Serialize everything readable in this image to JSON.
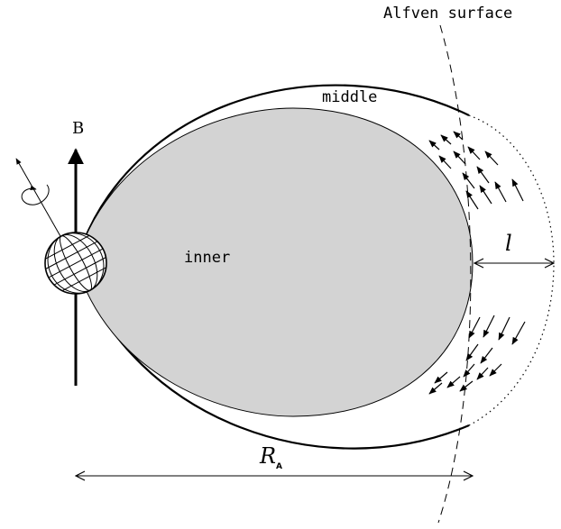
{
  "labels": {
    "alfven_surface": "Alfven surface",
    "middle": "middle",
    "inner": "inner",
    "field": "B",
    "gap": "l",
    "radius_main": "R",
    "radius_sub": "A"
  },
  "colors": {
    "inner_fill": "#d3d3d3",
    "stroke": "#000000"
  },
  "icons": {
    "star": "hatched-globe",
    "rotation": "rotation-arrow"
  }
}
